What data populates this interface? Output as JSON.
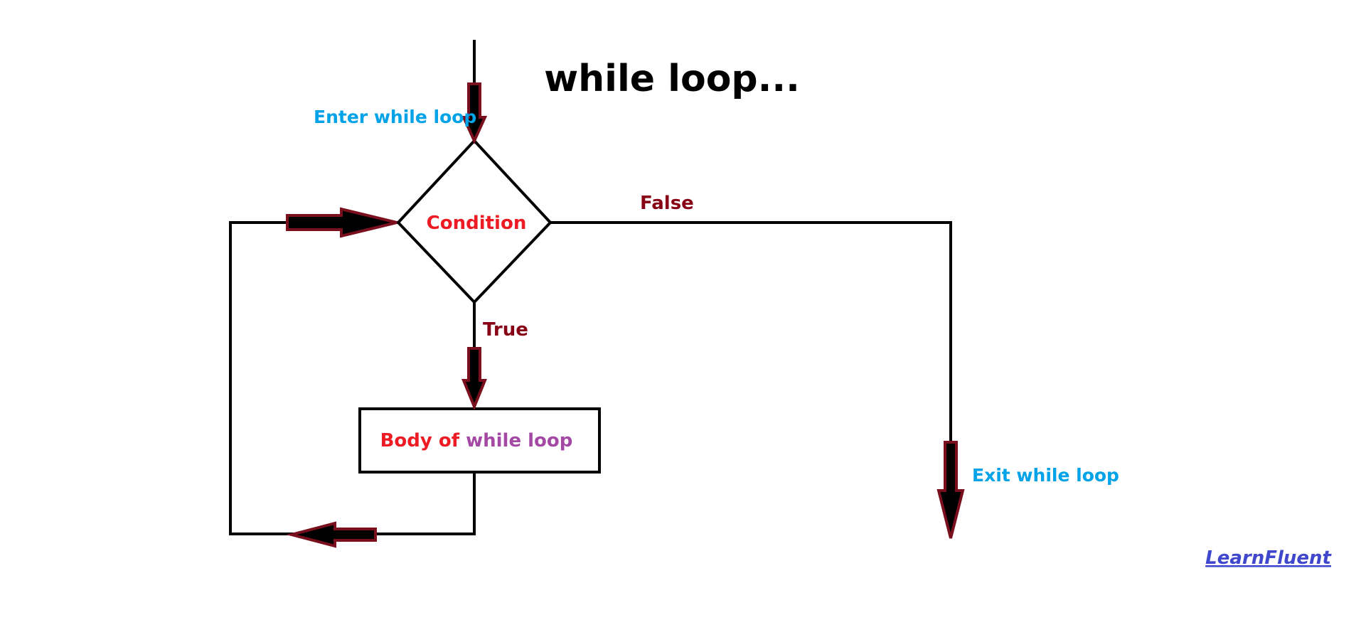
{
  "title": "while loop...",
  "labels": {
    "enter": "Enter while loop",
    "condition": "Condition",
    "true": "True",
    "false": "False",
    "body_part1": "Body of ",
    "body_part2": "while loop",
    "exit": "Exit while loop"
  },
  "brand": "LearnFluent",
  "colors": {
    "line": "#000000",
    "arrow_fill": "#000000",
    "arrow_outline": "#7a0f1e",
    "enter_exit_text": "#00a2e8",
    "condition_text": "#ed1c24",
    "true_false_text": "#880015",
    "body_text_1": "#ed1c24",
    "body_text_2": "#a349a4",
    "brand_text": "#3f48cc"
  }
}
